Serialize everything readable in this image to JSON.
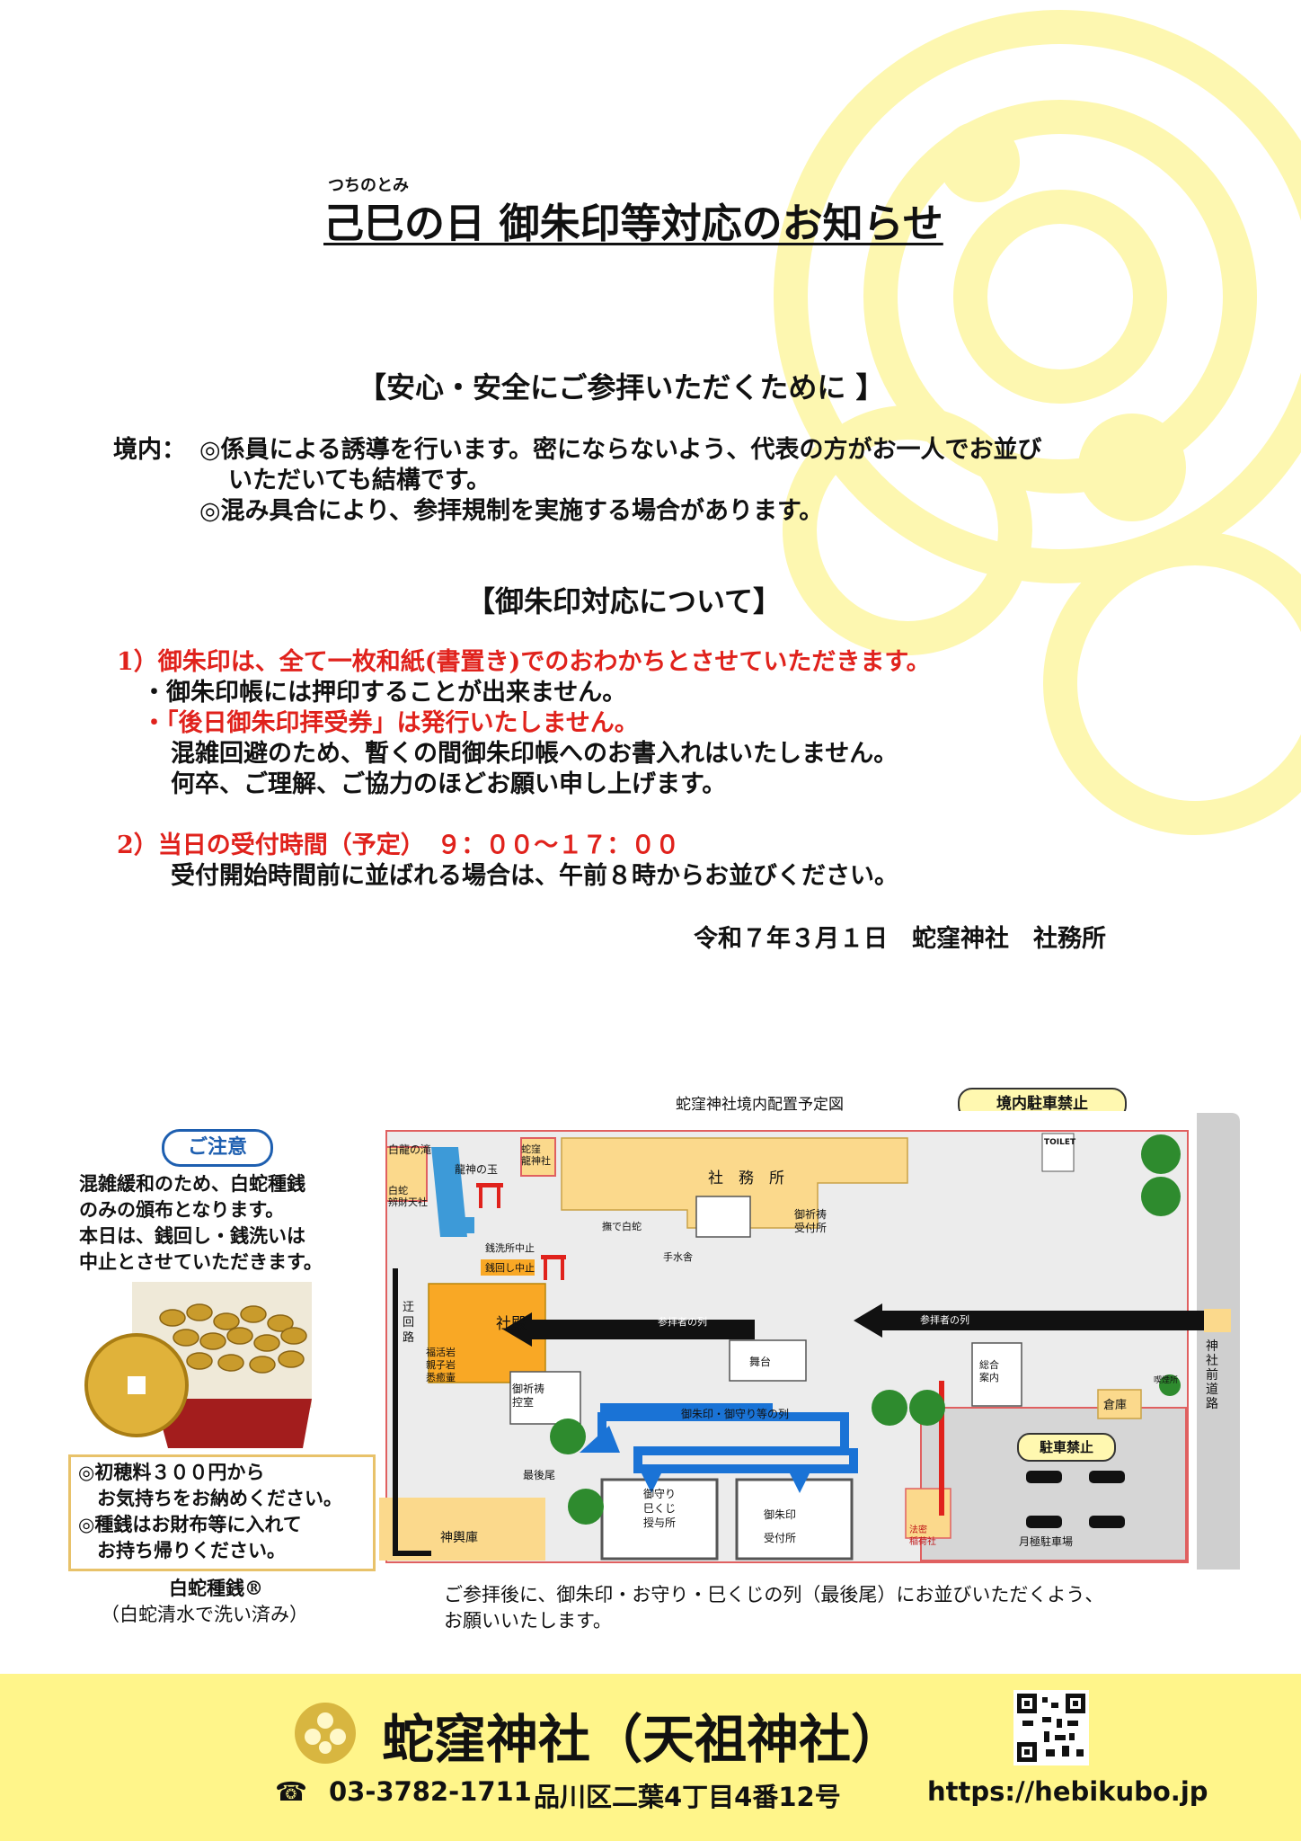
{
  "header": {
    "ruby": "つちのとみ",
    "title": "己巳の日 御朱印等対応のお知らせ"
  },
  "safety": {
    "heading": "【安心・安全にご参拝いただくために 】",
    "label": "境内：",
    "line1": "◎係員による誘導を行います。密にならないよう、代表の方がお一人でお並び",
    "line2": "いただいても結構です。",
    "line3": "◎混み具合により、参拝規制を実施する場合があります。"
  },
  "goshuin": {
    "heading": "【御朱印対応について】",
    "item1": "1）御朱印は、全て一枚和紙(書置き)でのおわかちとさせていただきます。",
    "bullet1": "・御朱印帳には押印することが出来ません。",
    "bullet2": "・「後日御朱印拝受券」は発行いたしません。",
    "note1": "混雑回避のため、暫くの間御朱印帳へのお書入れはいたしません。",
    "note2": "何卒、ご理解、ご協力のほどお願い申し上げます。",
    "item2": "2）当日の受付時間（予定）　９：００～１７：００",
    "item2_note": "受付開始時間前に並ばれる場合は、午前８時からお並びください。",
    "date": "令和７年３月１日　蛇窪神社　社務所"
  },
  "notice": {
    "badge": "ご注意",
    "lines": [
      "混雑緩和のため、白蛇種銭",
      "のみの頒布となります。",
      "本日は、銭回し・銭洗いは",
      "中止とさせていただきます。"
    ],
    "box_lines": [
      "◎初穂料３００円から",
      "　お気持ちをお納めください。",
      "◎種銭はお財布等に入れて",
      "　お持ち帰りください。"
    ],
    "caption1": "白蛇種銭®",
    "caption2": "（白蛇清水で洗い済み）"
  },
  "map": {
    "title": "蛇窪神社境内配置予定図",
    "no_parking_badge": "境内駐車禁止",
    "labels": {
      "hakuryu": "白龍の滝",
      "ryujin": "龍神の玉",
      "hebi_ryujin": "蛇窪\n龍神社",
      "benzaiten": "白蛇\n辨財天社",
      "shamusho": "社　務　所",
      "nade": "撫で白蛇",
      "kitou_uketsuke": "御祈祷\n受付所",
      "zenarai": "銭洗所中止",
      "zenmawashi": "銭回し中止",
      "temizuya": "手水舎",
      "ukai": "迂\n回\n路",
      "shaden": "社殿",
      "iwa": "福活岩\n親子岩\n悉癒壷",
      "hikae": "御祈祷\n控室",
      "sanpai1": "参拝者の列",
      "sanpai2": "参拝者の列",
      "butai": "舞台",
      "sogo": "総合\n案内",
      "toilet": "TOILET",
      "souko": "倉庫",
      "road": "神\n社\n前\n道\n路",
      "goshuin_line": "御朱印・御守り等の列",
      "saikobi": "最後尾",
      "mamori": "御守り\n巳くじ\n授与所",
      "goshuin_uketsuke": "御朱印\n受付所",
      "inari": "法密\n稲荷社",
      "mikoshi": "神輿庫",
      "parking_no": "駐車禁止",
      "parking": "月極駐車場",
      "smoking": "喫煙所"
    },
    "caption1": "ご参拝後に、御朱印・お守り・巳くじの列（最後尾）にお並びいただくよう、",
    "caption2": "お願いいたします。"
  },
  "footer": {
    "name": "蛇窪神社（天祖神社）",
    "phone": "03-3782-1711",
    "address": "品川区二葉4丁目4番12号",
    "url": "https://hebikubo.jp"
  },
  "colors": {
    "accent_red": "#e0221c",
    "footer_yellow": "#fff58a",
    "deco_yellow": "#fdf7b0",
    "shaden_orange": "#f9a825",
    "queue_blue": "#1a73d6"
  }
}
